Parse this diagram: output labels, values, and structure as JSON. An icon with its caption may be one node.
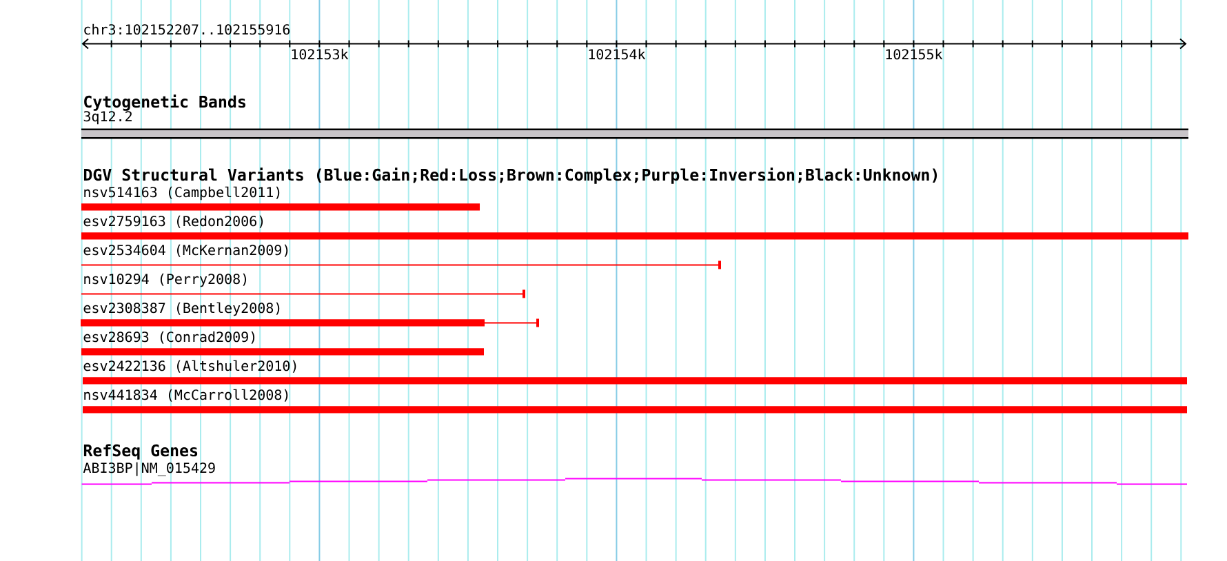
{
  "diagram": {
    "nodes": [
      {
        "text": [
          "3q12.2"
        ]
      },
      {
        "text": [
          "nsv514163 (Campbell2011)"
        ]
      },
      {
        "text": [
          "esv2759163 (Redon2006)"
        ]
      },
      {
        "text": [
          "esv2534604 (McKernan2009)"
        ]
      },
      {
        "text": [
          "nsv10294 (Perry2008)"
        ]
      },
      {
        "text": [
          "esv2308387 (Bentley2008)"
        ]
      },
      {
        "text": [
          "esv28693 (Conrad2009)"
        ]
      },
      {
        "text": [
          "esv2422136 (Altshuler2010)"
        ]
      },
      {
        "text": [
          "nsv441834 (McCarroll2008)"
        ]
      },
      {
        "text": [
          "ABI3BP|NM_015429"
        ]
      }
    ],
    "labels": [
      "chr3:102152207..102155916",
      "102153k",
      "102154k",
      "102155k",
      "Cytogenetic Bands",
      "DGV Structural Variants (Blue:Gain;Red:Loss;Brown:Complex;Purple:Inversion;Black:Unknown)",
      "RefSeq Genes"
    ]
  }
}
